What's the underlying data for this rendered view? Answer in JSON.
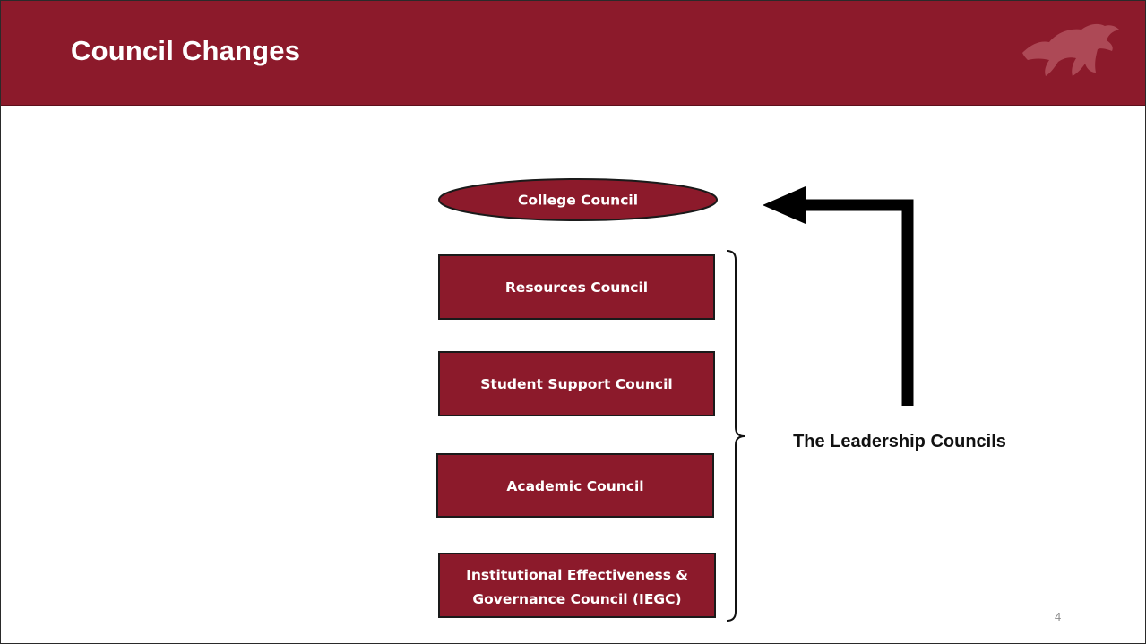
{
  "slide": {
    "title": "Council Changes",
    "page_number": "4",
    "logo_icon": "horse-logo-icon"
  },
  "colors": {
    "header_bg": "#8c1a2b",
    "node_fill": "#8c1a2b",
    "node_border": "#1a1a1a",
    "text_dark": "#111111"
  },
  "diagram": {
    "top_node": {
      "label": "College Council",
      "shape": "ellipse"
    },
    "council_boxes": [
      {
        "lines": [
          "Resources Council"
        ]
      },
      {
        "lines": [
          "Student Support Council"
        ]
      },
      {
        "lines": [
          "Academic Council"
        ]
      },
      {
        "lines": [
          "Institutional Effectiveness &",
          "Governance Council (IEGC)"
        ]
      }
    ],
    "group_label": "The Leadership Councils",
    "arrow_direction": "up-then-left to College Council"
  }
}
